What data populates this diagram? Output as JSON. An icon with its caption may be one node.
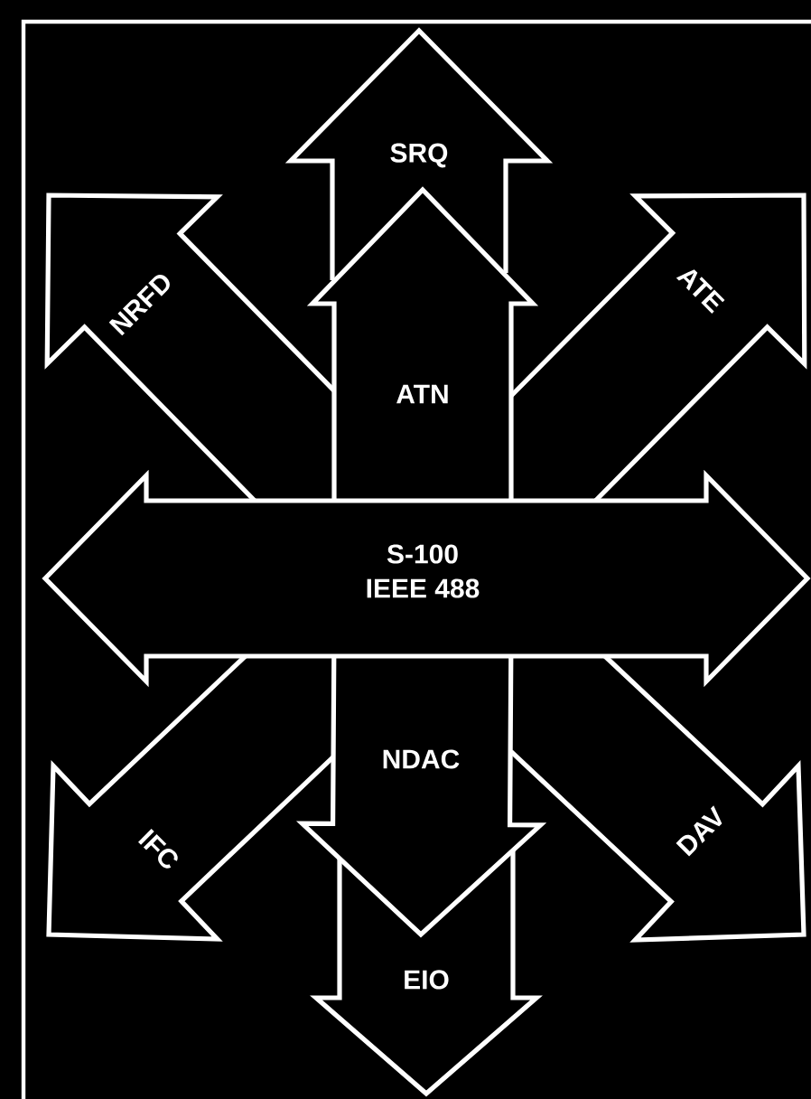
{
  "diagram": {
    "nodes": [
      {
        "text": [
          "SRQ"
        ]
      },
      {
        "text": [
          "NRFD"
        ]
      },
      {
        "text": [
          "ATE"
        ]
      },
      {
        "text": [
          "ATN"
        ]
      },
      {
        "text": [
          "S-100",
          "IEEE 488"
        ]
      },
      {
        "text": [
          "IFC"
        ]
      },
      {
        "text": [
          "NDAC"
        ]
      },
      {
        "text": [
          "DAV"
        ]
      },
      {
        "text": [
          "EIO"
        ]
      }
    ]
  }
}
